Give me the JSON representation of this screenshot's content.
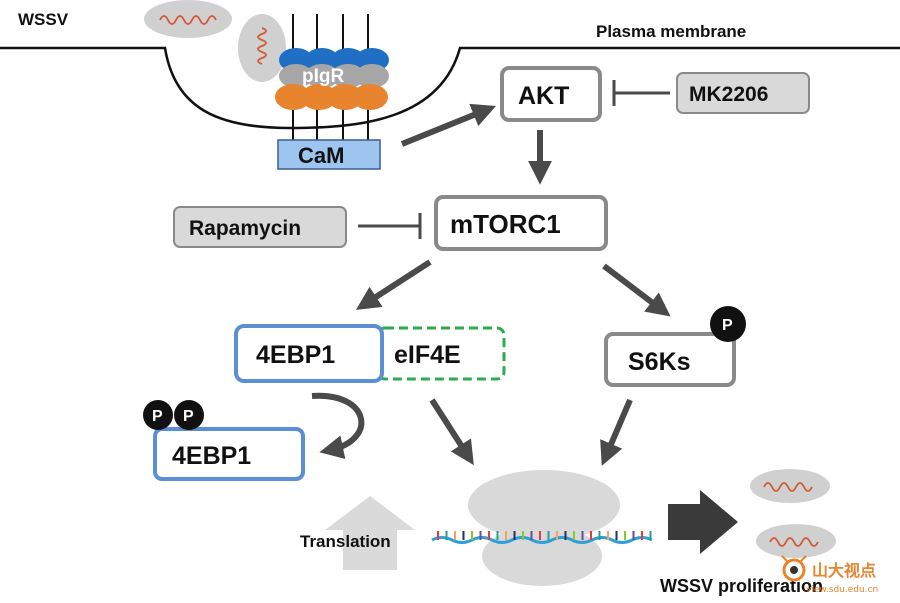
{
  "labels": {
    "wssv": "WSSV",
    "membrane": "Plasma membrane",
    "pigr": "pIgR",
    "cam": "CaM",
    "akt": "AKT",
    "mk2206": "MK2206",
    "mtorc1": "mTORC1",
    "rapamycin": "Rapamycin",
    "ebp1": "4EBP1",
    "eif4e": "eIF4E",
    "s6ks": "S6Ks",
    "ebp1_phos": "4EBP1",
    "phospho": "P",
    "translation": "Translation",
    "proliferation": "WSSV proliferation"
  },
  "watermark": {
    "text": "山大视点",
    "url": "view.sdu.edu.cn"
  },
  "colors": {
    "gray_arrow": "#4a4a4a",
    "box_gray_border": "#8a8a8a",
    "box_gray_fill": "#d9d9d9",
    "blue_border": "#5b8fd4",
    "green_dashed": "#2eaa4f",
    "pigr_blue": "#1f6fc5",
    "pigr_gray": "#a6a6a6",
    "pigr_orange": "#e8832e",
    "cam_fill": "#9ec4f0"
  }
}
